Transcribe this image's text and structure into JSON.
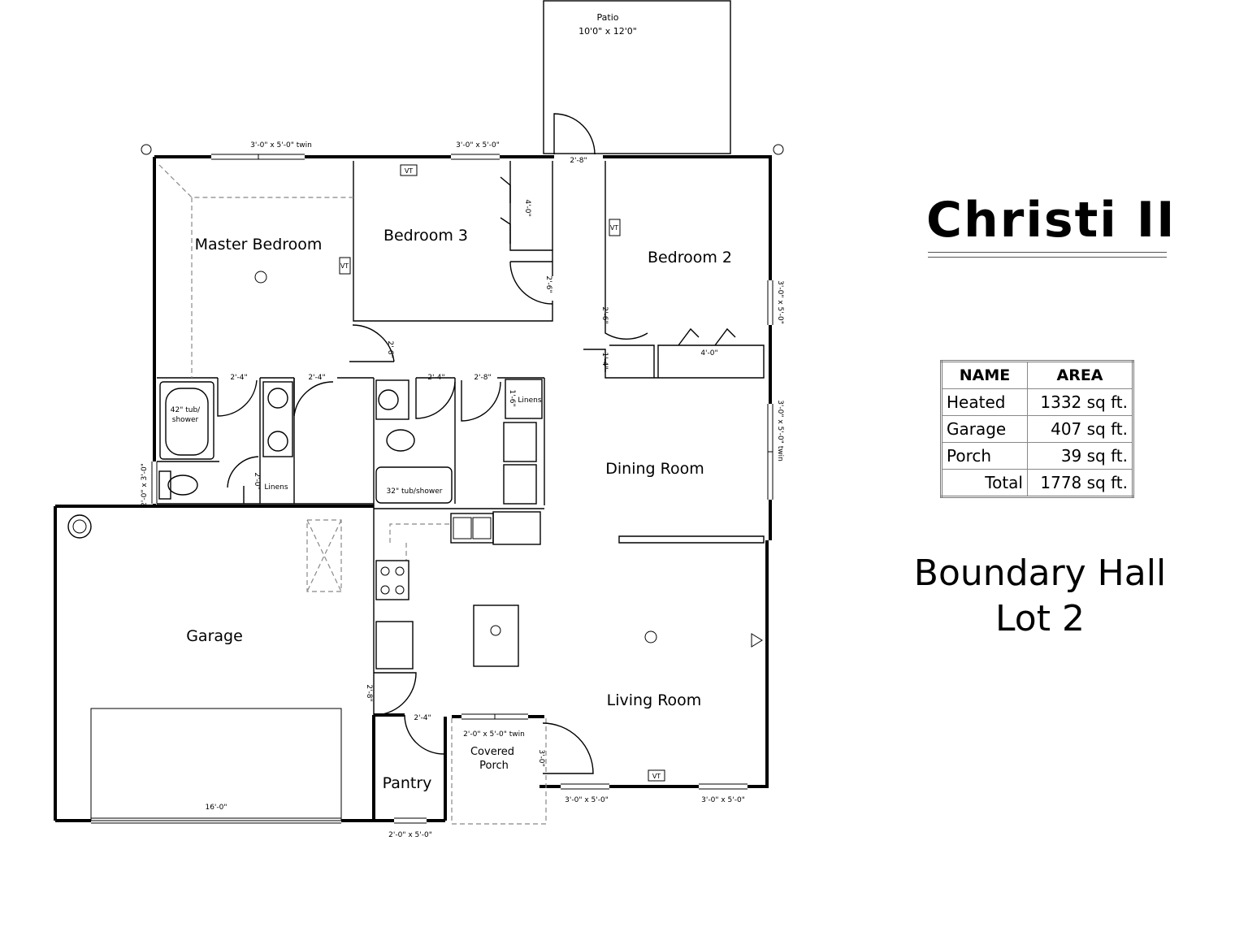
{
  "title": "Christi II",
  "subtitle_line1": "Boundary Hall",
  "subtitle_line2": "Lot 2",
  "area_table": {
    "headers": [
      "NAME",
      "AREA"
    ],
    "rows": [
      {
        "name": "Heated",
        "area": "1332 sq ft."
      },
      {
        "name": "Garage",
        "area": "407 sq ft."
      },
      {
        "name": "Porch",
        "area": "39 sq ft."
      },
      {
        "name": "Total",
        "area": "1778 sq ft."
      }
    ]
  },
  "rooms": {
    "master_bedroom": "Master Bedroom",
    "bedroom3": "Bedroom 3",
    "bedroom2": "Bedroom 2",
    "dining_room": "Dining Room",
    "living_room": "Living Room",
    "garage": "Garage",
    "pantry": "Pantry",
    "covered_porch_1": "Covered",
    "covered_porch_2": "Porch",
    "patio": "Patio",
    "patio_size": "10'0\" x 12'0\""
  },
  "labels": {
    "window_master_top": "3'-0\" x 5'-0\" twin",
    "window_bed3_top": "3'-0\" x 5'-0\"",
    "door_patio": "2'-8\"",
    "closet_bed3": "4'-0\"",
    "door_bed3": "2'-6\"",
    "door_hall": "2'-6\"",
    "door_bed2": "2'-6\"",
    "closet_bed2": "4'-0\"",
    "closet_small": "1'-4\"",
    "window_bed2_side": "3'-0\" x 5'-0\"",
    "window_dining_side": "3'-0\" x 5'-0\" twin",
    "door_bath1": "2'-4\"",
    "door_closet1": "2'-4\"",
    "door_bath2": "2'-4\"",
    "door_laundry": "2'-8\"",
    "linens_closet_width": "1'-6\"",
    "linens_1": "Linens",
    "linens_2": "Linens",
    "tub1_line1": "42\" tub/",
    "tub1_line2": "shower",
    "tub2": "32\" tub/shower",
    "door_linen2": "2'-0\"",
    "window_master_side": "2'-0\" x 3'-0\"",
    "door_garage": "2'-8\"",
    "door_pantry": "2'-4\"",
    "window_porch": "2'-0\" x 5'-0\" twin",
    "door_entry": "3'-0\"",
    "window_living1": "3'-0\" x 5'-0\"",
    "window_living2": "3'-0\" x 5'-0\"",
    "window_pantry": "2'-0\" x 5'-0\"",
    "garage_door": "16'-0\"",
    "vt": "VT"
  }
}
